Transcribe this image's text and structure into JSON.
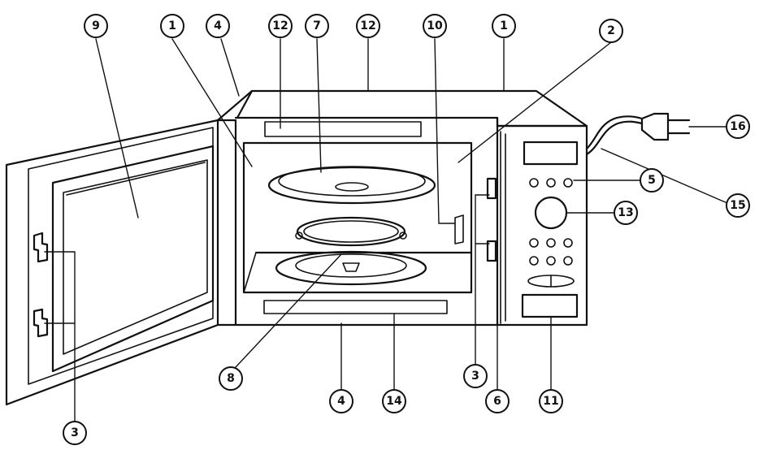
{
  "callouts": [
    {
      "id": "c9",
      "label": "9"
    },
    {
      "id": "c1a",
      "label": "1"
    },
    {
      "id": "c4a",
      "label": "4"
    },
    {
      "id": "c12a",
      "label": "12"
    },
    {
      "id": "c7",
      "label": "7"
    },
    {
      "id": "c12b",
      "label": "12"
    },
    {
      "id": "c10",
      "label": "10"
    },
    {
      "id": "c1b",
      "label": "1"
    },
    {
      "id": "c2",
      "label": "2"
    },
    {
      "id": "c16",
      "label": "16"
    },
    {
      "id": "c5",
      "label": "5"
    },
    {
      "id": "c13",
      "label": "13"
    },
    {
      "id": "c15",
      "label": "15"
    },
    {
      "id": "c8",
      "label": "8"
    },
    {
      "id": "c3a",
      "label": "3"
    },
    {
      "id": "c4b",
      "label": "4"
    },
    {
      "id": "c14",
      "label": "14"
    },
    {
      "id": "c6",
      "label": "6"
    },
    {
      "id": "c11",
      "label": "11"
    },
    {
      "id": "c3b",
      "label": "3"
    }
  ]
}
